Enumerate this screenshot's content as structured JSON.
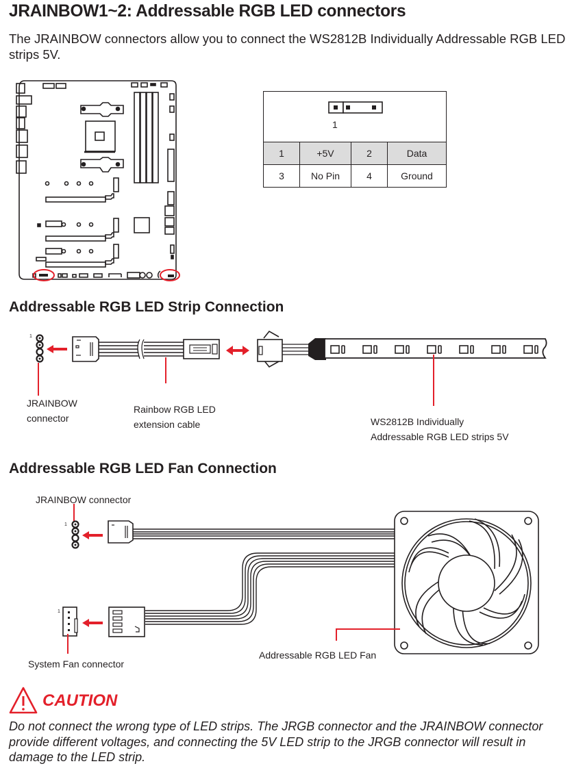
{
  "heading": "JRAINBOW1~2: Addressable RGB LED connectors",
  "intro": "The JRAINBOW connectors allow you to connect the WS2812B Individually Addressable RGB LED strips 5V.",
  "pin_table": {
    "pin_one_marker": "1",
    "rows": [
      [
        "1",
        "+5V",
        "2",
        "Data"
      ],
      [
        "3",
        "No Pin",
        "4",
        "Ground"
      ]
    ]
  },
  "strip_section": {
    "title": "Addressable RGB LED Strip Connection",
    "pin_label": "1",
    "labels": {
      "connector_line1": "JRAINBOW",
      "connector_line2": "connector",
      "cable_line1": "Rainbow RGB LED",
      "cable_line2": "extension cable",
      "strip_line1": "WS2812B Individually",
      "strip_line2": "Addressable RGB LED strips 5V"
    }
  },
  "fan_section": {
    "title": "Addressable RGB LED Fan Connection",
    "pin_label": "1",
    "labels": {
      "jrainbow_connector": "JRAINBOW connector",
      "system_fan_connector": "System Fan connector",
      "fan": "Addressable RGB LED Fan"
    }
  },
  "caution": {
    "icon": "warning-triangle-icon",
    "title": "CAUTION",
    "text": "Do not connect the wrong type of LED strips. The JRGB connector and the JRAINBOW connector provide different voltages, and connecting the 5V LED strip to the JRGB connector will result in damage to the LED strip."
  },
  "colors": {
    "accent_red": "#e3202a",
    "table_header_gray": "#dcdcdc",
    "ink": "#231f20"
  }
}
